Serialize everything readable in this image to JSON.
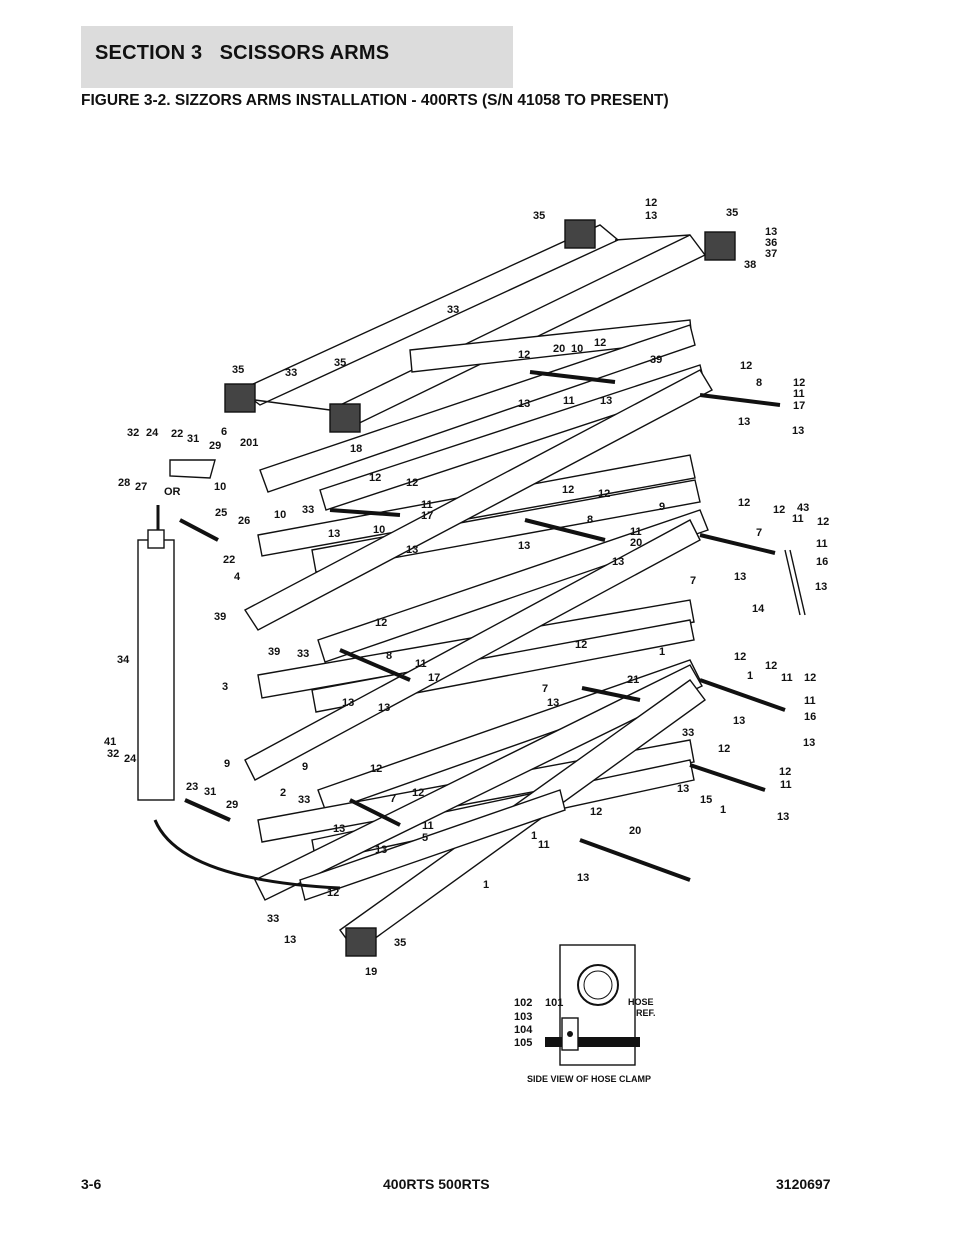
{
  "header": {
    "section_title": "SECTION 3   SCISSORS ARMS",
    "figure_title": "FIGURE 3-2. SIZZORS ARMS INSTALLATION - 400RTS (S/N 41058 TO PRESENT)"
  },
  "figure": {
    "callouts": {
      "c1": "12",
      "c2": "13",
      "c3": "35",
      "c4": "35",
      "c5": "13",
      "c6": "36",
      "c7": "37",
      "c8": "38",
      "c9": "33",
      "c10": "12",
      "c11": "20",
      "c12": "10",
      "c13": "12",
      "c14": "39",
      "c15": "12",
      "c16": "8",
      "c17": "12",
      "c18": "11",
      "c19": "17",
      "c20": "13",
      "c21": "11",
      "c22": "13",
      "c23": "13",
      "c24": "13",
      "c25": "35",
      "c26": "33",
      "c27": "35",
      "c28": "6",
      "c29": "201",
      "c30": "18",
      "c31": "32",
      "c32": "24",
      "c33": "22",
      "c34": "31",
      "c35": "29",
      "c36": "10",
      "c37": "10",
      "c38": "33",
      "c39": "12",
      "c40": "12",
      "c41": "11",
      "c42": "17",
      "c43": "13",
      "c44": "10",
      "c45": "13",
      "c46": "28",
      "c47": "27",
      "c48": "OR",
      "c49": "25",
      "c50": "26",
      "c51": "22",
      "c52": "4",
      "c53": "12",
      "c54": "12",
      "c55": "8",
      "c56": "9",
      "c57": "11",
      "c58": "13",
      "c59": "20",
      "c60": "13",
      "c61": "12",
      "c62": "12",
      "c63": "43",
      "c64": "11",
      "c65": "12",
      "c66": "7",
      "c67": "11",
      "c68": "16",
      "c69": "13",
      "c70": "13",
      "c71": "14",
      "c72": "7",
      "c73": "39",
      "c74": "39",
      "c75": "33",
      "c76": "12",
      "c77": "8",
      "c78": "11",
      "c79": "17",
      "c80": "13",
      "c81": "13",
      "c82": "12",
      "c83": "1",
      "c84": "7",
      "c85": "21",
      "c86": "13",
      "c87": "12",
      "c88": "12",
      "c89": "1",
      "c90": "11",
      "c91": "12",
      "c92": "11",
      "c93": "13",
      "c94": "16",
      "c95": "13",
      "c96": "34",
      "c97": "3",
      "c98": "41",
      "c99": "32",
      "c100": "24",
      "c101": "9",
      "c102": "9",
      "c103": "33",
      "c104": "12",
      "c105": "12",
      "c106": "12",
      "c107": "11",
      "c108": "13",
      "c109": "15",
      "c110": "1",
      "c111": "13",
      "c112": "23",
      "c113": "31",
      "c114": "29",
      "c115": "2",
      "c116": "33",
      "c117": "12",
      "c118": "7",
      "c119": "12",
      "c120": "13",
      "c121": "11",
      "c122": "5",
      "c123": "13",
      "c124": "1",
      "c125": "11",
      "c126": "20",
      "c127": "13",
      "c128": "1",
      "c129": "12",
      "c130": "33",
      "c131": "13",
      "c132": "35",
      "c133": "19"
    },
    "hose_clamp": {
      "labels": {
        "l1": "102",
        "l2": "101",
        "l3": "103",
        "l4": "104",
        "l5": "105",
        "hose": "HOSE",
        "ref": "REF."
      },
      "caption": "SIDE VIEW OF HOSE CLAMP"
    }
  },
  "footer": {
    "page_number": "3-6",
    "models": "400RTS 500RTS",
    "document_number": "3120697"
  }
}
